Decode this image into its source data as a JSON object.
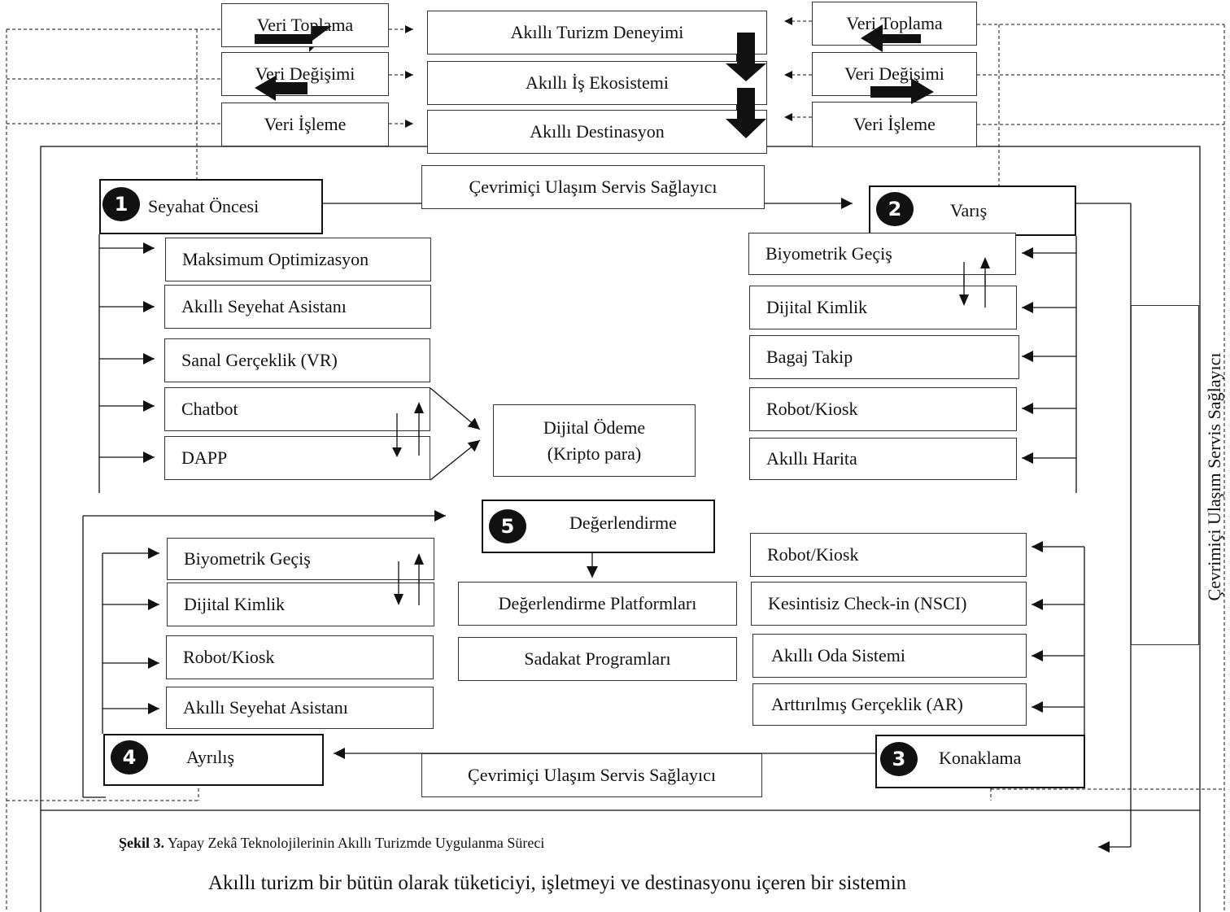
{
  "data_flow": {
    "left": [
      "Veri Toplama",
      "Veri Değişimi",
      "Veri İşleme"
    ],
    "center": [
      "Akıllı Turizm Deneyimi",
      "Akıllı İş Ekosistemi",
      "Akıllı Destinasyon"
    ],
    "right": [
      "Veri Toplama",
      "Veri Değişimi",
      "Veri İşleme"
    ]
  },
  "stages": {
    "s1": {
      "number": "1",
      "label": "Seyahat Öncesi"
    },
    "s2": {
      "number": "2",
      "label": "Varış"
    },
    "s3": {
      "number": "3",
      "label": "Konaklama"
    },
    "s4": {
      "number": "4",
      "label": "Ayrılış"
    },
    "s5": {
      "number": "5",
      "label": "Değerlendirme"
    }
  },
  "connectors": {
    "top": "Çevrimiçi Ulaşım Servis Sağlayıcı",
    "bottom": "Çevrimiçi Ulaşım Servis Sağlayıcı",
    "right_vertical": "Çevrimiçi Ulaşım Servis Sağlayıcı"
  },
  "pre_travel": [
    "Maksimum Optimizasyon",
    "Akıllı Seyehat Asistanı",
    "Sanal Gerçeklik (VR)",
    "Chatbot",
    "DAPP"
  ],
  "digital_payment": [
    "Dijital Ödeme",
    "(Kripto para)"
  ],
  "arrival": [
    "Biyometrik Geçiş",
    "Dijital Kimlik",
    "Bagaj Takip",
    "Robot/Kiosk",
    "Akıllı Harita"
  ],
  "departure": [
    "Biyometrik Geçiş",
    "Dijital Kimlik",
    "Robot/Kiosk",
    "Akıllı Seyehat Asistanı"
  ],
  "evaluation": [
    "Değerlendirme Platformları",
    "Sadakat Programları"
  ],
  "accommodation": [
    "Robot/Kiosk",
    "Kesintisiz Check-in (NSCI)",
    "Akıllı Oda Sistemi",
    "Arttırılmış Gerçeklik (AR)"
  ],
  "caption": {
    "bold": "Şekil 3.",
    "text": " Yapay Zekâ Teknolojilerinin Akıllı Turizmde Uygulanma Süreci"
  },
  "paragraph": "Akıllı turizm bir bütün olarak tüketiciyi, işletmeyi ve destinasyonu içeren bir sistemin"
}
